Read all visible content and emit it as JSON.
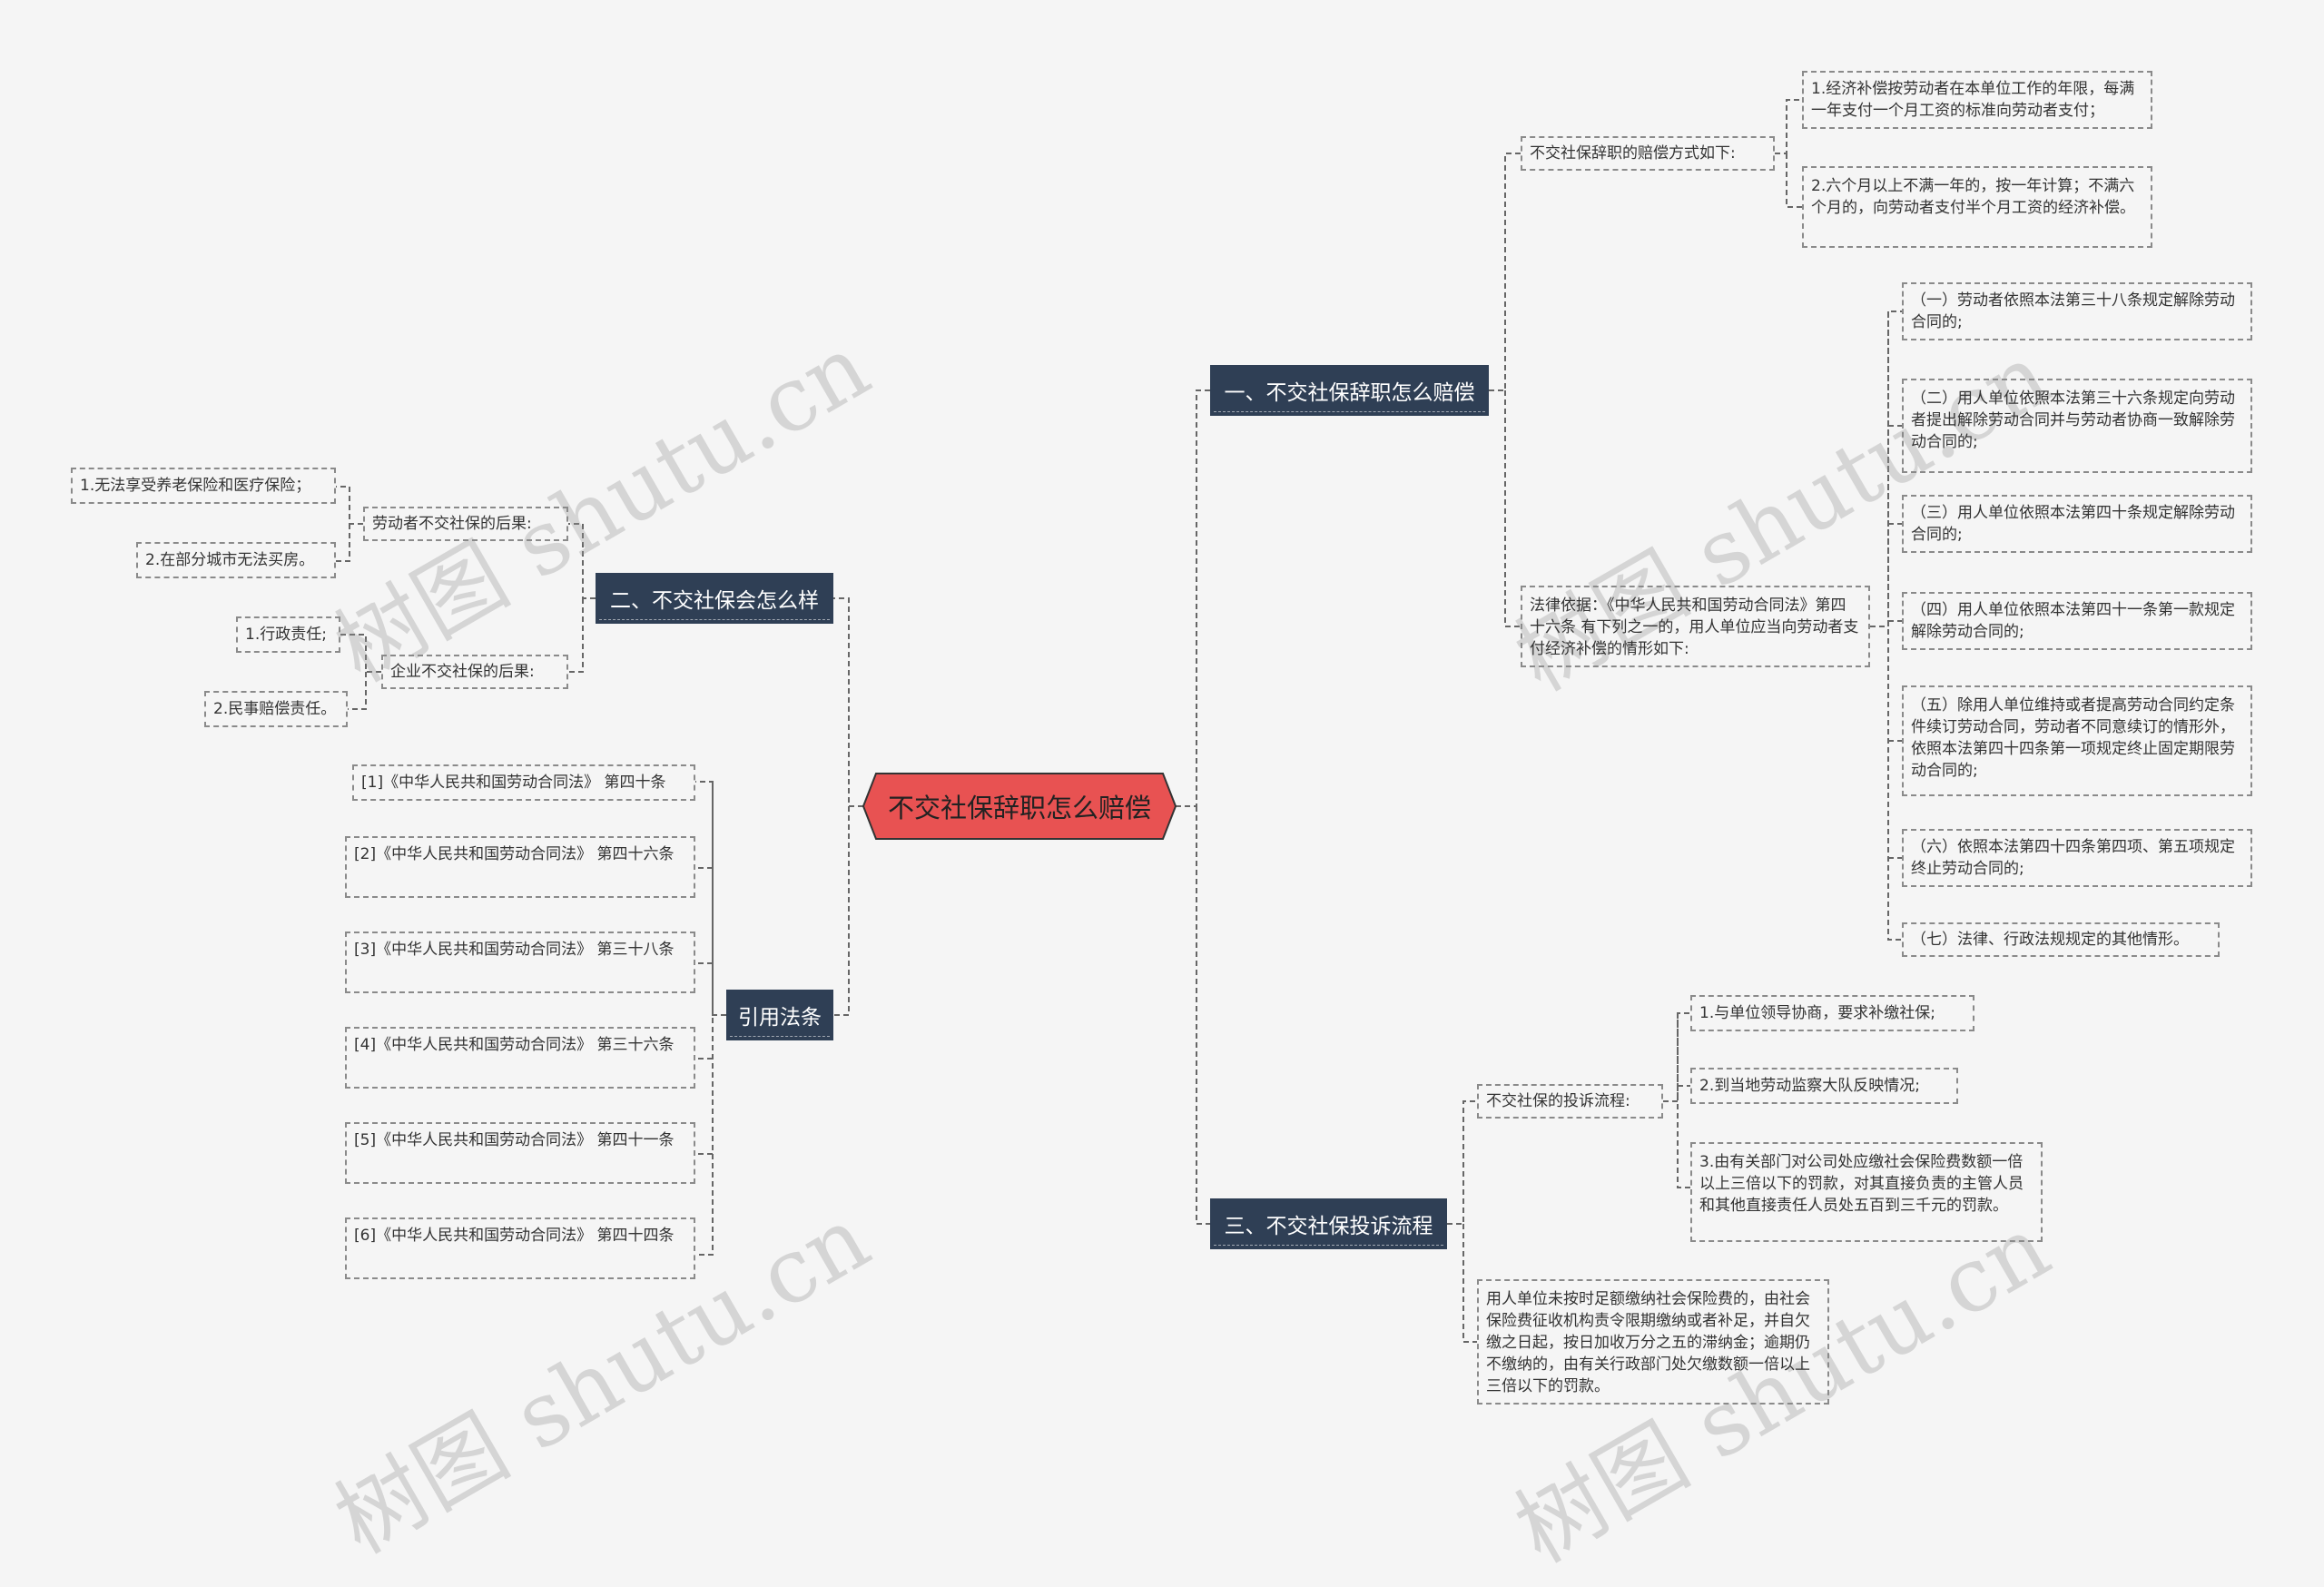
{
  "root": "不交社保辞职怎么赔偿",
  "watermark": "树图 shutu.cn",
  "branches": {
    "b1": {
      "title": "一、不交社保辞职怎么赔偿",
      "comp_label": "不交社保辞职的赔偿方式如下:",
      "comp_items": [
        "1.经济补偿按劳动者在本单位工作的年限，每满一年支付一个月工资的标准向劳动者支付；",
        "2.六个月以上不满一年的，按一年计算；不满六个月的，向劳动者支付半个月工资的经济补偿。"
      ],
      "law_label": "法律依据：《中华人民共和国劳动合同法》第四十六条 有下列之一的，用人单位应当向劳动者支付经济补偿的情形如下:",
      "law_items": [
        "（一）劳动者依照本法第三十八条规定解除劳动合同的;",
        "（二）用人单位依照本法第三十六条规定向劳动者提出解除劳动合同并与劳动者协商一致解除劳动合同的;",
        "（三）用人单位依照本法第四十条规定解除劳动合同的;",
        "（四）用人单位依照本法第四十一条第一款规定解除劳动合同的;",
        "（五）除用人单位维持或者提高劳动合同约定条件续订劳动合同，劳动者不同意续订的情形外，依照本法第四十四条第一项规定终止固定期限劳动合同的;",
        "（六）依照本法第四十四条第四项、第五项规定终止劳动合同的;",
        "（七）法律、行政法规规定的其他情形。"
      ]
    },
    "b2": {
      "title": "二、不交社保会怎么样",
      "worker_label": "劳动者不交社保的后果:",
      "worker_items": [
        "1.无法享受养老保险和医疗保险；",
        "2.在部分城市无法买房。"
      ],
      "company_label": "企业不交社保的后果:",
      "company_items": [
        "1.行政责任;",
        "2.民事赔偿责任。"
      ]
    },
    "b3": {
      "title": "三、不交社保投诉流程",
      "complaint_label": "不交社保的投诉流程:",
      "complaint_items": [
        "1.与单位领导协商，要求补缴社保;",
        "2.到当地劳动监察大队反映情况;",
        "3.由有关部门对公司处应缴社会保险费数额一倍以上三倍以下的罚款，对其直接负责的主管人员和其他直接责任人员处五百到三千元的罚款。"
      ],
      "penalty": "用人单位未按时足额缴纳社会保险费的，由社会保险费征收机构责令限期缴纳或者补足，并自欠缴之日起，按日加收万分之五的滞纳金；逾期仍不缴纳的，由有关行政部门处欠缴数额一倍以上三倍以下的罚款。"
    },
    "b4": {
      "title": "引用法条",
      "items": [
        "[1]《中华人民共和国劳动合同法》 第四十条",
        "[2]《中华人民共和国劳动合同法》 第四十六条",
        "[3]《中华人民共和国劳动合同法》 第三十八条",
        "[4]《中华人民共和国劳动合同法》 第三十六条",
        "[5]《中华人民共和国劳动合同法》 第四十一条",
        "[6]《中华人民共和国劳动合同法》 第四十四条"
      ]
    }
  },
  "colors": {
    "background": "#f5f5f5",
    "root": "#e85252",
    "branch": "#2f3f55",
    "connector": "#666666"
  }
}
